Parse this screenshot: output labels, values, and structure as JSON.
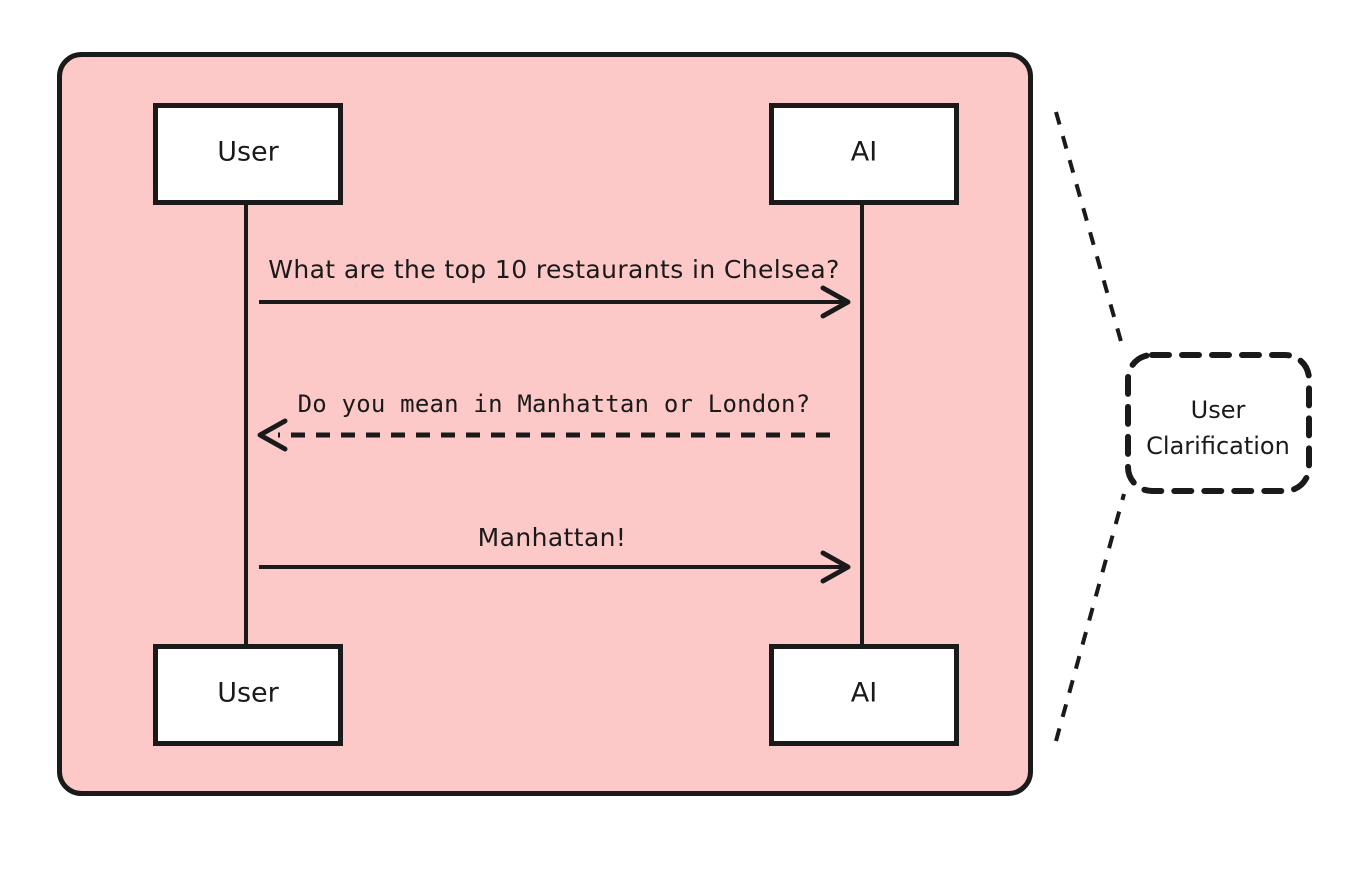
{
  "diagram": {
    "type": "uml-sequence-diagram",
    "frame": {
      "background_color": "#fcc8c8",
      "border_color": "#1a1a1a"
    },
    "participants": [
      {
        "id": "user",
        "label": "User"
      },
      {
        "id": "ai",
        "label": "AI"
      }
    ],
    "participant_boxes": [
      {
        "label": "User",
        "position": "top-left"
      },
      {
        "label": "AI",
        "position": "top-right"
      },
      {
        "label": "User",
        "position": "bottom-left"
      },
      {
        "label": "AI",
        "position": "bottom-right"
      }
    ],
    "messages": [
      {
        "index": 1,
        "text": "What are the top 10 restaurants in Chelsea?",
        "from": "User",
        "to": "AI",
        "direction": "right",
        "line_style": "solid"
      },
      {
        "index": 2,
        "text": "Do you mean in Manhattan or London?",
        "from": "AI",
        "to": "User",
        "direction": "left",
        "line_style": "dashed"
      },
      {
        "index": 3,
        "text": "Manhattan!",
        "from": "User",
        "to": "AI",
        "direction": "right",
        "line_style": "solid"
      }
    ],
    "note": {
      "line1": "User",
      "line2": "Clarification",
      "border_style": "dashed",
      "connector_style": "dashed"
    }
  }
}
